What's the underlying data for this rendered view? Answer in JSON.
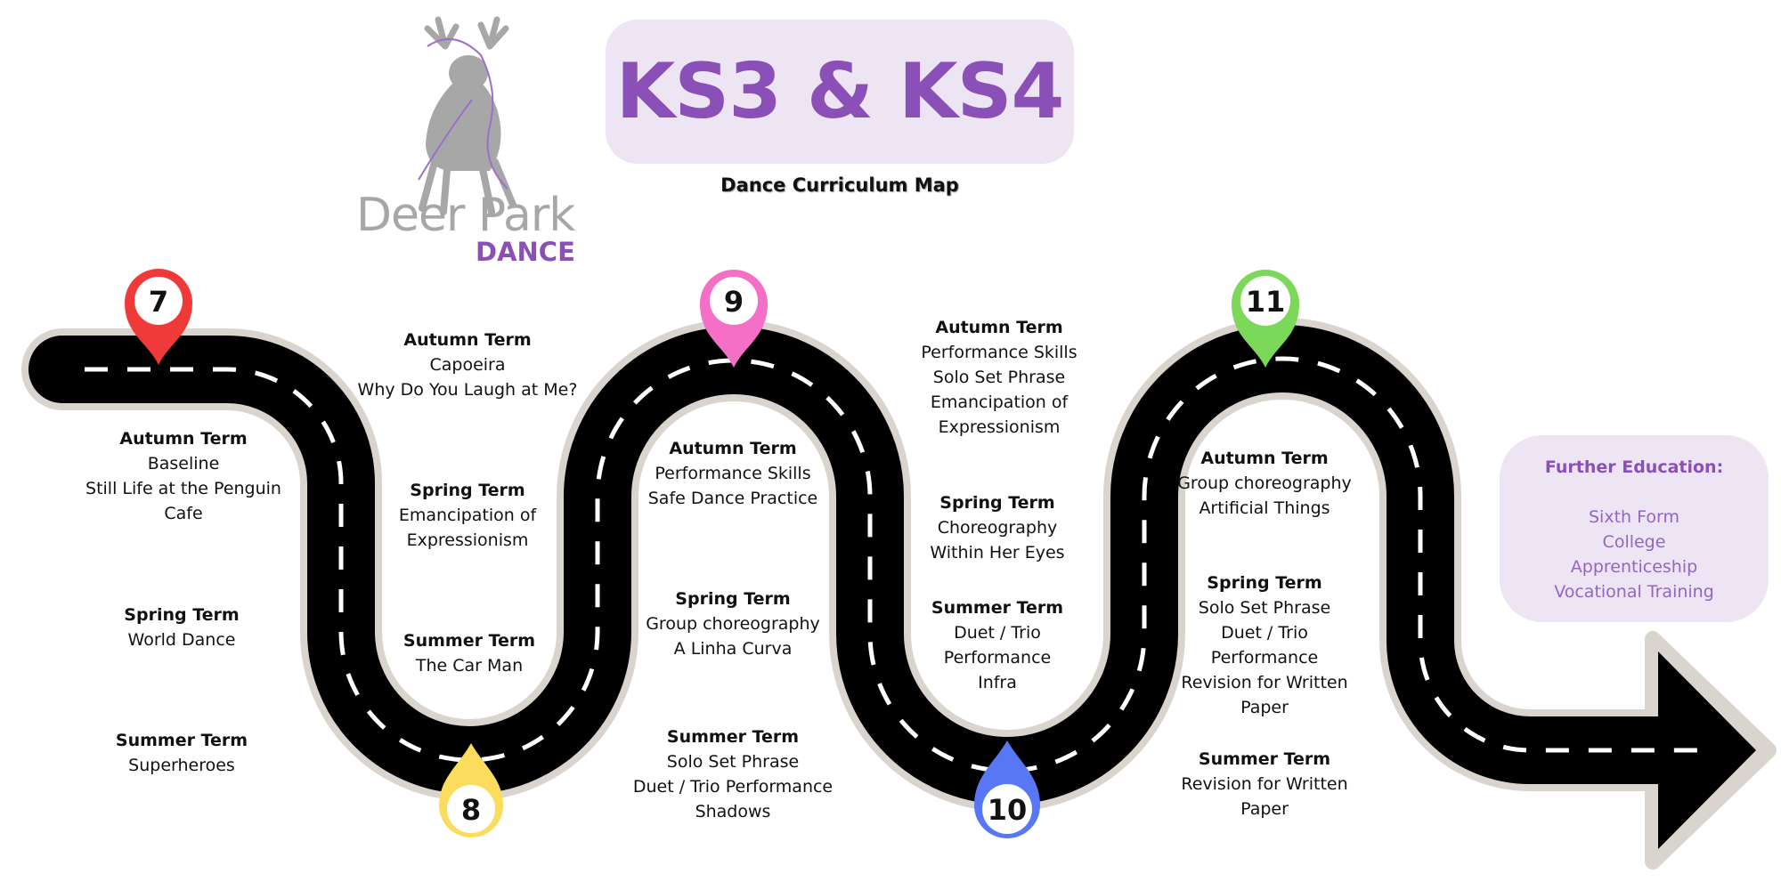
{
  "header": {
    "title": "KS3 & KS4",
    "subtitle": "Dance Curriculum Map"
  },
  "logo": {
    "line1": "Deer Park",
    "line2": "DANCE",
    "icon": "deer-dancer-icon"
  },
  "colors": {
    "accent_purple": "#8b50b8",
    "panel_lavender": "#ede4f4",
    "road": "#000000",
    "road_border": "#d9d4cd",
    "pin_7": "#f03a3a",
    "pin_8": "#fbdc5c",
    "pin_9": "#f66fc6",
    "pin_10": "#5877f4",
    "pin_11": "#7bd858"
  },
  "pins": [
    {
      "label": "7"
    },
    {
      "label": "8"
    },
    {
      "label": "9"
    },
    {
      "label": "10"
    },
    {
      "label": "11"
    }
  ],
  "terms": {
    "y7_autumn": {
      "title": "Autumn Term",
      "lines": [
        "Baseline",
        "Still Life at the Penguin",
        "Cafe"
      ]
    },
    "y7_spring": {
      "title": "Spring Term",
      "lines": [
        "World Dance"
      ]
    },
    "y7_summer": {
      "title": "Summer Term",
      "lines": [
        "Superheroes"
      ]
    },
    "y8_autumn": {
      "title": "Autumn Term",
      "lines": [
        "Capoeira",
        "Why Do You Laugh at Me?"
      ]
    },
    "y8_spring": {
      "title": "Spring Term",
      "lines": [
        "Emancipation of",
        "Expressionism"
      ]
    },
    "y8_summer": {
      "title": "Summer Term",
      "lines": [
        "The Car Man"
      ]
    },
    "y9_autumn": {
      "title": "Autumn Term",
      "lines": [
        "Performance Skills",
        "Safe Dance Practice"
      ]
    },
    "y9_spring": {
      "title": "Spring Term",
      "lines": [
        "Group choreography",
        "A Linha Curva"
      ]
    },
    "y9_summer": {
      "title": "Summer Term",
      "lines": [
        "Solo Set Phrase",
        "Duet / Trio Performance",
        "Shadows"
      ]
    },
    "y10_autumn": {
      "title": "Autumn Term",
      "lines": [
        "Performance Skills",
        "Solo Set Phrase",
        "Emancipation of",
        "Expressionism"
      ]
    },
    "y10_spring": {
      "title": "Spring Term",
      "lines": [
        "Choreography",
        "Within Her Eyes"
      ]
    },
    "y10_summer": {
      "title": "Summer Term",
      "lines": [
        "Duet / Trio",
        "Performance",
        "Infra"
      ]
    },
    "y11_autumn": {
      "title": "Autumn Term",
      "lines": [
        "Group choreography",
        "Artificial Things"
      ]
    },
    "y11_spring": {
      "title": "Spring Term",
      "lines": [
        "Solo Set Phrase",
        "Duet / Trio",
        "Performance",
        "Revision for Written",
        "Paper"
      ]
    },
    "y11_summer": {
      "title": "Summer Term",
      "lines": [
        "Revision for Written",
        "Paper"
      ]
    }
  },
  "further_education": {
    "title": "Further Education:",
    "items": [
      "Sixth Form",
      "College",
      "Apprenticeship",
      "Vocational Training"
    ]
  }
}
